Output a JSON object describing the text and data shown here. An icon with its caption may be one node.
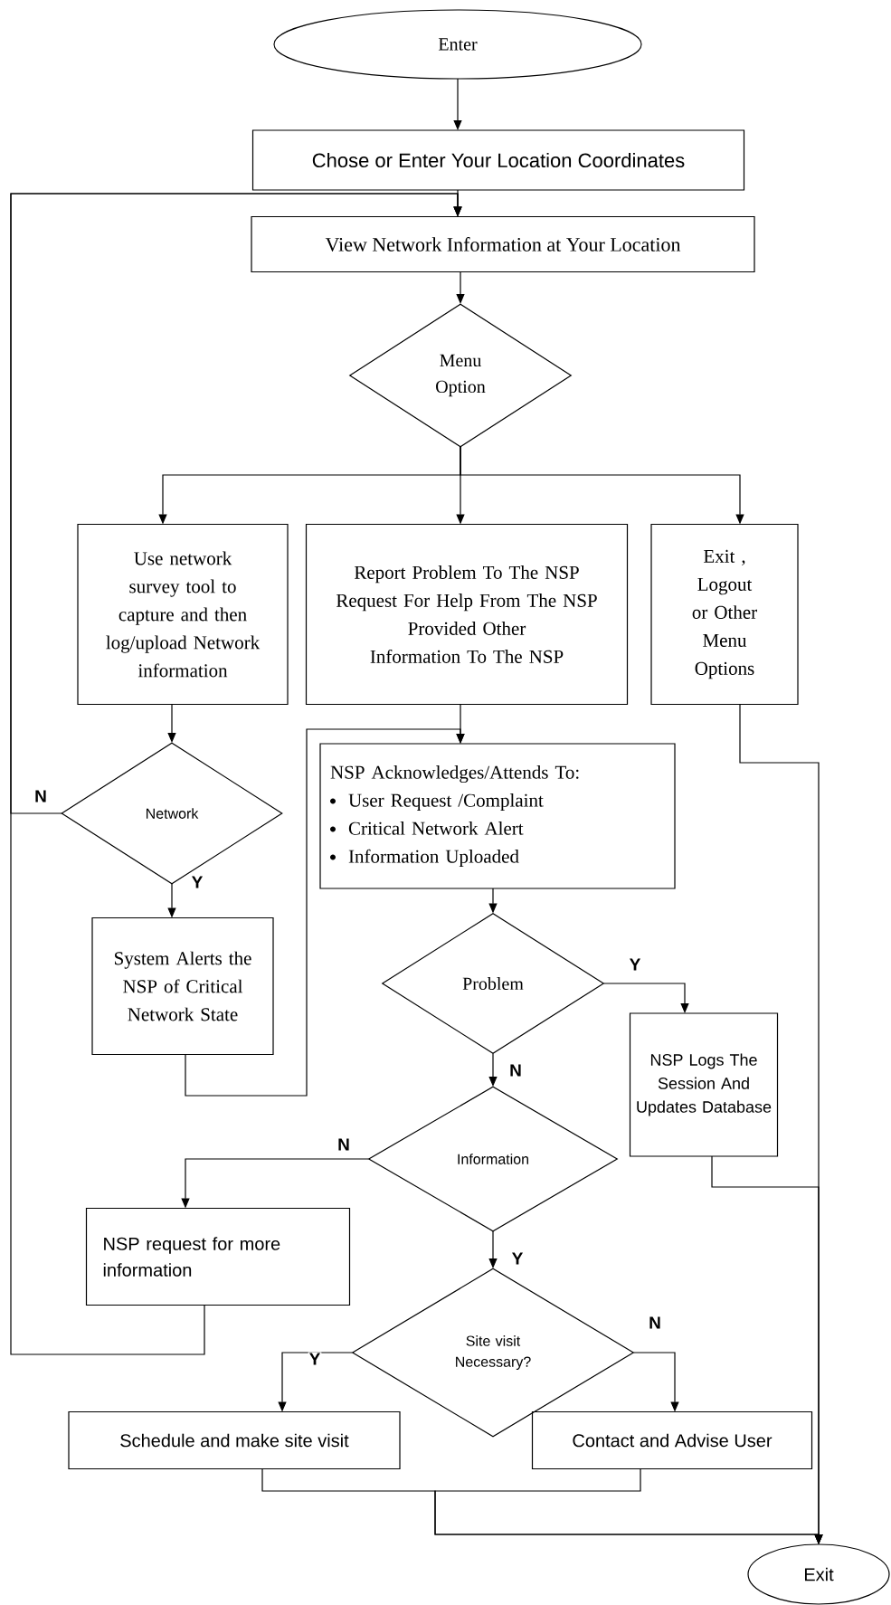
{
  "diagram": {
    "nodes": [
      {
        "text": [
          "Enter"
        ]
      },
      {
        "text": [
          "Chose or Enter Your Location Coordinates"
        ]
      },
      {
        "text": [
          "View Network Information at Your Location"
        ]
      },
      {
        "text": [
          "Menu Option"
        ]
      },
      {
        "text": [
          "Use network survey tool to capture and then log/upload Network information"
        ]
      },
      {
        "text": [
          "Report Problem To The NSP",
          "Request For Help From The NSP",
          "Provided Other Information To The NSP"
        ]
      },
      {
        "text": [
          "Exit , Logout or Other Menu Options"
        ]
      },
      {
        "text": [
          "NSP Acknowledges/Attends To:",
          "User Request /Complaint",
          "Critical Network Alert",
          "Information Uploaded"
        ]
      },
      {
        "text": [
          "Network"
        ]
      },
      {
        "text": [
          "System Alerts the NSP of Critical Network State"
        ]
      },
      {
        "text": [
          "Problem"
        ]
      },
      {
        "text": [
          "NSP Logs The Session And Updates Database"
        ]
      },
      {
        "text": [
          "Information"
        ]
      },
      {
        "text": [
          "NSP request for more information"
        ]
      },
      {
        "text": [
          "Site visit Necessary?"
        ]
      },
      {
        "text": [
          "Schedule and make site visit"
        ]
      },
      {
        "text": [
          "Contact and Advise User"
        ]
      },
      {
        "text": [
          "Exit"
        ]
      }
    ],
    "edges": [
      {
        "from": 0,
        "to": 1,
        "arrow": "to"
      },
      {
        "from": 1,
        "to": 2,
        "arrow": "to"
      },
      {
        "from": 2,
        "to": 3,
        "arrow": "to"
      },
      {
        "from": 3,
        "to": 4,
        "arrow": "to"
      },
      {
        "from": 3,
        "to": 5,
        "arrow": "to"
      },
      {
        "from": 3,
        "to": 6,
        "arrow": "to"
      },
      {
        "from": 4,
        "to": 8,
        "arrow": "to"
      },
      {
        "from": 8,
        "to": 2,
        "arrow": "to",
        "label": "N"
      },
      {
        "from": 8,
        "to": 9,
        "arrow": "to",
        "label": "Y"
      },
      {
        "from": 9,
        "to": 7,
        "arrow": "to"
      },
      {
        "from": 5,
        "to": 7,
        "arrow": "to"
      },
      {
        "from": 6,
        "to": 17,
        "arrow": "to"
      },
      {
        "from": 7,
        "to": 10,
        "arrow": "to"
      },
      {
        "from": 10,
        "to": 11,
        "arrow": "to",
        "label": "Y"
      },
      {
        "from": 11,
        "to": 17,
        "arrow": "to"
      },
      {
        "from": 10,
        "to": 12,
        "arrow": "to",
        "label": "N"
      },
      {
        "from": 12,
        "to": 13,
        "arrow": "to",
        "label": "N"
      },
      {
        "from": 12,
        "to": 14,
        "arrow": "to",
        "label": "Y"
      },
      {
        "from": 13,
        "to": 2,
        "arrow": "to"
      },
      {
        "from": 14,
        "to": 15,
        "arrow": "to",
        "label": "Y"
      },
      {
        "from": 14,
        "to": 16,
        "arrow": "to",
        "label": "N"
      },
      {
        "from": 15,
        "to": 17,
        "arrow": "to"
      },
      {
        "from": 16,
        "to": 17,
        "arrow": "to"
      }
    ]
  }
}
